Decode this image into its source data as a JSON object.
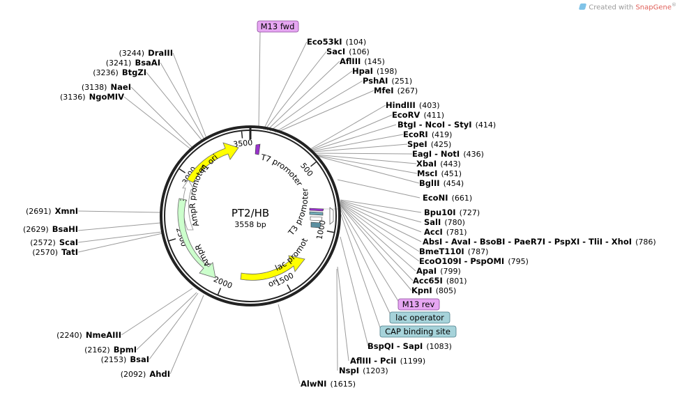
{
  "credit": {
    "prefix": "Created with",
    "brand": "SnapGene",
    "mark": "®",
    "icon": "snapgene-logo-icon"
  },
  "plasmid": {
    "name": "PT2/HB",
    "length_label": "3558 bp"
  },
  "ticks": [
    {
      "value": 500,
      "label": "500"
    },
    {
      "value": 1000,
      "label": "1000"
    },
    {
      "value": 1500,
      "label": "1500"
    },
    {
      "value": 2000,
      "label": "2000"
    },
    {
      "value": 2500,
      "label": "2500"
    },
    {
      "value": 3000,
      "label": "3000"
    },
    {
      "value": 3500,
      "label": "3500"
    }
  ],
  "features": {
    "f1_ori": "f1 ori",
    "ampr_promoter": "AmpR promoter",
    "ampr": "AmpR",
    "ori": "ori",
    "lac_promoter": "lac promoter",
    "t3_promoter": "T3 promoter",
    "t7_promoter": "T7 promoter"
  },
  "boxed_labels": {
    "m13_fwd": {
      "text": "M13 fwd",
      "color": "#e6a6f2"
    },
    "m13_rev": {
      "text": "M13 rev",
      "color": "#e6a6f2"
    },
    "lac_operator": {
      "text": "lac operator",
      "color": "#a6d3da"
    },
    "cap_site": {
      "text": "CAP binding site",
      "color": "#a6d3da"
    }
  },
  "colors": {
    "ring": "#222222",
    "ori_yellow": "#ffff00",
    "ampr_green": "#ccffcc",
    "leader": "#9a9a9a"
  },
  "sites_right": [
    {
      "name": "Eco53kI",
      "pos": "(104)"
    },
    {
      "name": "SacI",
      "pos": "(106)"
    },
    {
      "name": "AflIII",
      "pos": "(145)"
    },
    {
      "name": "HpaI",
      "pos": "(198)"
    },
    {
      "name": "PshAI",
      "pos": "(251)"
    },
    {
      "name": "MfeI",
      "pos": "(267)"
    },
    {
      "name": "HindIII",
      "pos": "(403)"
    },
    {
      "name": "EcoRV",
      "pos": "(411)"
    },
    {
      "name": "BtgI - NcoI - StyI",
      "pos": "(414)"
    },
    {
      "name": "EcoRI",
      "pos": "(419)"
    },
    {
      "name": "SpeI",
      "pos": "(425)"
    },
    {
      "name": "EagI - NotI",
      "pos": "(436)"
    },
    {
      "name": "XbaI",
      "pos": "(443)"
    },
    {
      "name": "MscI",
      "pos": "(451)"
    },
    {
      "name": "BglII",
      "pos": "(454)"
    },
    {
      "name": "EcoNI",
      "pos": "(661)"
    },
    {
      "name": "Bpu10I",
      "pos": "(727)"
    },
    {
      "name": "SalI",
      "pos": "(780)"
    },
    {
      "name": "AccI",
      "pos": "(781)"
    },
    {
      "name": "AbsI - AvaI - BsoBI - PaeR7I - PspXI - TliI - XhoI",
      "pos": "(786)"
    },
    {
      "name": "BmeT110I",
      "pos": "(787)"
    },
    {
      "name": "EcoO109I - PspOMI",
      "pos": "(795)"
    },
    {
      "name": "ApaI",
      "pos": "(799)"
    },
    {
      "name": "Acc65I",
      "pos": "(801)"
    },
    {
      "name": "KpnI",
      "pos": "(805)"
    },
    {
      "name": "BspQI - SapI",
      "pos": "(1083)"
    },
    {
      "name": "AflIII - PciI",
      "pos": "(1199)"
    },
    {
      "name": "NspI",
      "pos": "(1203)"
    },
    {
      "name": "AlwNI",
      "pos": "(1615)"
    }
  ],
  "sites_left": [
    {
      "name": "DraIII",
      "pos": "(3244)"
    },
    {
      "name": "BsaAI",
      "pos": "(3241)"
    },
    {
      "name": "BtgZI",
      "pos": "(3236)"
    },
    {
      "name": "NaeI",
      "pos": "(3138)"
    },
    {
      "name": "NgoMIV",
      "pos": "(3136)"
    },
    {
      "name": "XmnI",
      "pos": "(2691)"
    },
    {
      "name": "BsaHI",
      "pos": "(2629)"
    },
    {
      "name": "ScaI",
      "pos": "(2572)"
    },
    {
      "name": "TatI",
      "pos": "(2570)"
    },
    {
      "name": "NmeAIII",
      "pos": "(2240)"
    },
    {
      "name": "BpmI",
      "pos": "(2162)"
    },
    {
      "name": "BsaI",
      "pos": "(2153)"
    },
    {
      "name": "AhdI",
      "pos": "(2092)"
    }
  ]
}
